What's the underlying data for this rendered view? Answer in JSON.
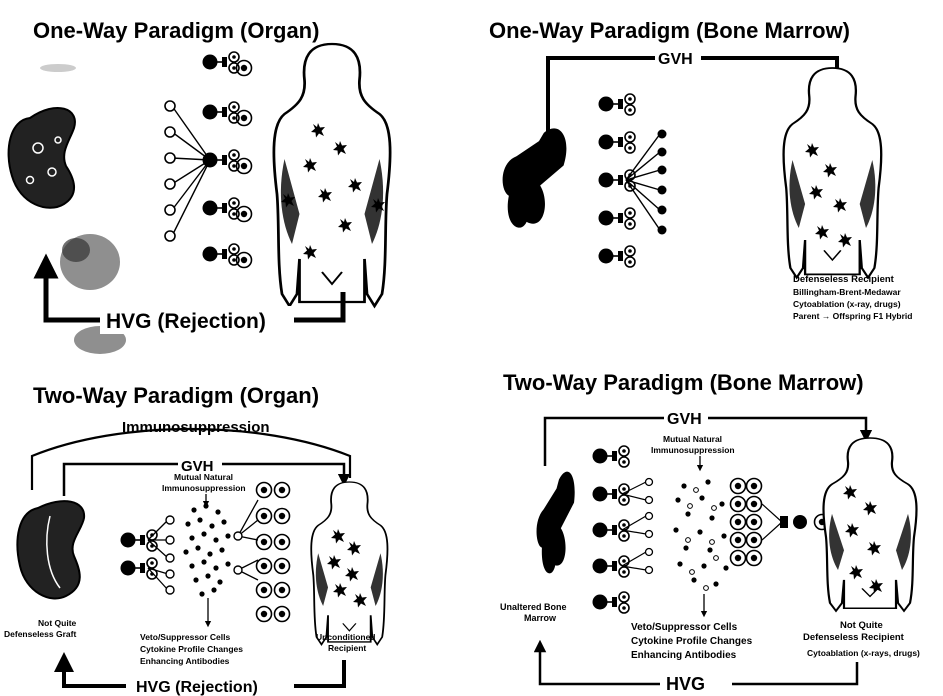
{
  "panels": {
    "tl": {
      "title": "One-Way Paradigm (Organ)",
      "hvg_label": "HVG (Rejection)"
    },
    "tr": {
      "title": "One-Way Paradigm (Bone Marrow)",
      "gvh_label": "GVH",
      "recipient_lines": [
        "Defenseless Recipient",
        "Billingham-Brent-Medawar",
        "Cytoablation (x-ray, drugs)",
        "Parent → Offspring F1 Hybrid"
      ]
    },
    "bl": {
      "title": "Two-Way Paradigm (Organ)",
      "immuno_label": "Immunosuppression",
      "gvh_label": "GVH",
      "mutual_lines": [
        "Mutual Natural",
        "Immunosuppression"
      ],
      "effects_lines": [
        "Veto/Suppressor Cells",
        "Cytokine Profile Changes",
        "Enhancing Antibodies"
      ],
      "graft_lines": [
        "Not Quite",
        "Defenseless Graft"
      ],
      "recipient_lines": [
        "Unconditioned",
        "Recipient"
      ],
      "hvg_label": "HVG (Rejection)"
    },
    "br": {
      "title": "Two-Way Paradigm (Bone Marrow)",
      "gvh_label": "GVH",
      "mutual_lines": [
        "Mutual Natural",
        "Immunosuppression"
      ],
      "effects_lines": [
        "Veto/Suppressor Cells",
        "Cytokine Profile Changes",
        "Enhancing Antibodies"
      ],
      "marrow_lines": [
        "Unaltered Bone",
        "Marrow"
      ],
      "recipient_lines": [
        "Not Quite",
        "Defenseless Recipient",
        "Cytoablation (x-rays, drugs)"
      ],
      "hvg_label": "HVG"
    }
  },
  "colors": {
    "ink": "#000000",
    "paper": "#ffffff"
  },
  "icons": [
    "kidney-icon",
    "bone-icon",
    "human-body-icon",
    "lymphocyte-cell-icon",
    "arrow-icon"
  ]
}
